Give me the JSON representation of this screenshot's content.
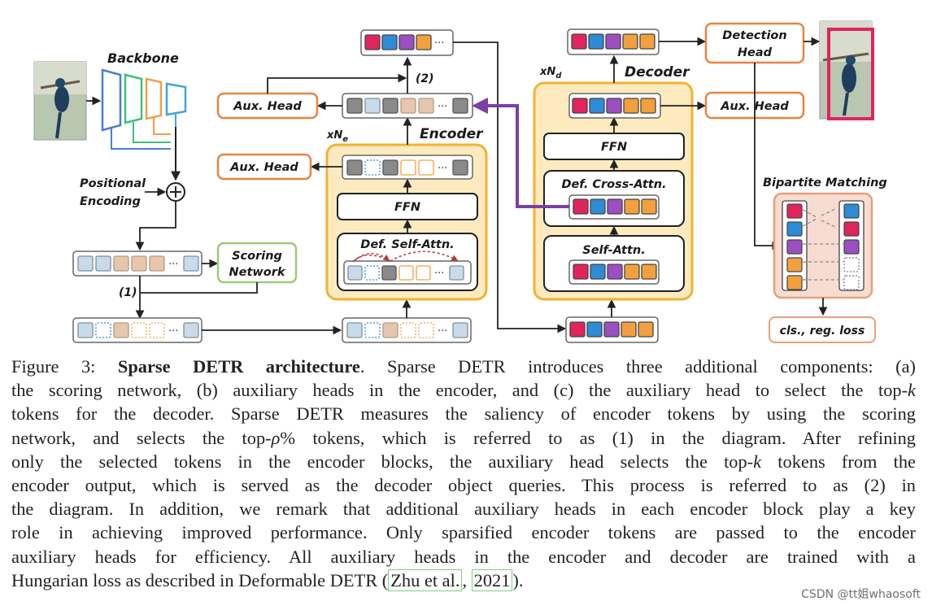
{
  "figure": {
    "labels": {
      "backbone": "Backbone",
      "positional_encoding_1": "Positional",
      "positional_encoding_2": "Encoding",
      "scoring_network_1": "Scoring",
      "scoring_network_2": "Network",
      "marker_1": "(1)",
      "marker_2": "(2)",
      "encoder": "Encoder",
      "encoder_repeat": "xN",
      "encoder_repeat_sub": "e",
      "decoder": "Decoder",
      "decoder_repeat": "xN",
      "decoder_repeat_sub": "d",
      "ffn": "FFN",
      "def_self_attn": "Def. Self-Attn.",
      "def_cross_attn": "Def. Cross-Attn.",
      "self_attn": "Self-Attn.",
      "aux_head": "Aux. Head",
      "detection_head_1": "Detection",
      "detection_head_2": "Head",
      "bipartite_matching": "Bipartite Matching",
      "loss": "cls., reg. loss",
      "ellipsis": "···",
      "plus": "+"
    },
    "colors": {
      "block_fill": "#fdebbf",
      "block_border": "#f2b233",
      "head_border": "#e8843f",
      "scoring_border": "#9cc97a",
      "matching_fill": "#f7dcd2",
      "matching_border": "#e8a07a",
      "query_arrow": "#7b3fa6",
      "token_red": "#e0245e",
      "token_blue": "#2e8bd6",
      "token_purple": "#9b4fc0",
      "token_orange": "#f2a03d",
      "token_light_blue": "#c9dbe8",
      "token_gray": "#8a8a8a",
      "token_tan": "#e6c7ad",
      "backbone_blue": "#4a7fd0",
      "backbone_green": "#3fbf7f",
      "backbone_orange": "#f0a04a",
      "backbone_cyan": "#3fa6d8"
    }
  },
  "caption": {
    "lines": [
      {
        "segments": [
          {
            "t": "Figure 3: "
          },
          {
            "t": "Sparse DETR architecture",
            "b": true
          },
          {
            "t": ".  Sparse DETR introduces three additional components: (a)"
          }
        ]
      },
      {
        "segments": [
          {
            "t": "the scoring network, (b) auxiliary heads in the encoder, and (c) the auxiliary head to select the top-"
          },
          {
            "t": "k",
            "i": true
          }
        ]
      },
      {
        "segments": [
          {
            "t": "tokens for the decoder. Sparse DETR measures the saliency of encoder tokens by using the scoring"
          }
        ]
      },
      {
        "segments": [
          {
            "t": "network, and selects the top-"
          },
          {
            "t": "ρ",
            "i": true
          },
          {
            "t": "% tokens, which is referred to as (1) in the diagram. After refining"
          }
        ]
      },
      {
        "segments": [
          {
            "t": "only the selected tokens in the encoder blocks, the auxiliary head selects the top-"
          },
          {
            "t": "k",
            "i": true
          },
          {
            "t": " tokens from the"
          }
        ]
      },
      {
        "segments": [
          {
            "t": "encoder output, which is served as the decoder object queries.  This process is referred to as (2) in"
          }
        ]
      },
      {
        "segments": [
          {
            "t": "the diagram. In addition, we remark that additional auxiliary heads in each encoder block play a key"
          }
        ]
      },
      {
        "segments": [
          {
            "t": "role in achieving improved performance.  Only sparsified encoder tokens are passed to the encoder"
          }
        ]
      },
      {
        "segments": [
          {
            "t": "auxiliary heads for efficiency.  All auxiliary heads in the encoder and decoder are trained with a"
          }
        ]
      },
      {
        "segments": [
          {
            "t": "Hungarian loss as described in Deformable DETR ("
          },
          {
            "t": "Zhu et al.",
            "c": true
          },
          {
            "t": ", "
          },
          {
            "t": "2021",
            "c": true
          },
          {
            "t": ")."
          }
        ]
      }
    ]
  },
  "watermark": "CSDN @tt姐whaosoft"
}
